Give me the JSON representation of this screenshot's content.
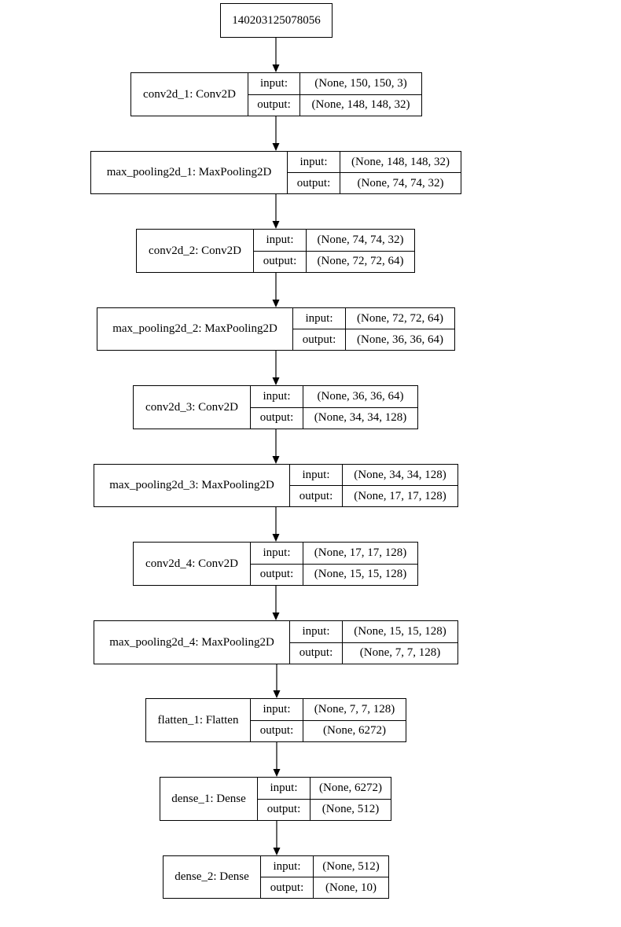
{
  "root_label": "140203125078056",
  "layers": [
    {
      "name": "conv2d_1: Conv2D",
      "input_label": "input:",
      "output_label": "output:",
      "input": "(None, 150, 150, 3)",
      "output": "(None, 148, 148, 32)"
    },
    {
      "name": "max_pooling2d_1: MaxPooling2D",
      "input_label": "input:",
      "output_label": "output:",
      "input": "(None, 148, 148, 32)",
      "output": "(None, 74, 74, 32)"
    },
    {
      "name": "conv2d_2: Conv2D",
      "input_label": "input:",
      "output_label": "output:",
      "input": "(None, 74, 74, 32)",
      "output": "(None, 72, 72, 64)"
    },
    {
      "name": "max_pooling2d_2: MaxPooling2D",
      "input_label": "input:",
      "output_label": "output:",
      "input": "(None, 72, 72, 64)",
      "output": "(None, 36, 36, 64)"
    },
    {
      "name": "conv2d_3: Conv2D",
      "input_label": "input:",
      "output_label": "output:",
      "input": "(None, 36, 36, 64)",
      "output": "(None, 34, 34, 128)"
    },
    {
      "name": "max_pooling2d_3: MaxPooling2D",
      "input_label": "input:",
      "output_label": "output:",
      "input": "(None, 34, 34, 128)",
      "output": "(None, 17, 17, 128)"
    },
    {
      "name": "conv2d_4: Conv2D",
      "input_label": "input:",
      "output_label": "output:",
      "input": "(None, 17, 17, 128)",
      "output": "(None, 15, 15, 128)"
    },
    {
      "name": "max_pooling2d_4: MaxPooling2D",
      "input_label": "input:",
      "output_label": "output:",
      "input": "(None, 15, 15, 128)",
      "output": "(None, 7, 7, 128)"
    },
    {
      "name": "flatten_1: Flatten",
      "input_label": "input:",
      "output_label": "output:",
      "input": "(None, 7, 7, 128)",
      "output": "(None, 6272)"
    },
    {
      "name": "dense_1: Dense",
      "input_label": "input:",
      "output_label": "output:",
      "input": "(None, 6272)",
      "output": "(None, 512)"
    },
    {
      "name": "dense_2: Dense",
      "input_label": "input:",
      "output_label": "output:",
      "input": "(None, 512)",
      "output": "(None, 10)"
    }
  ]
}
